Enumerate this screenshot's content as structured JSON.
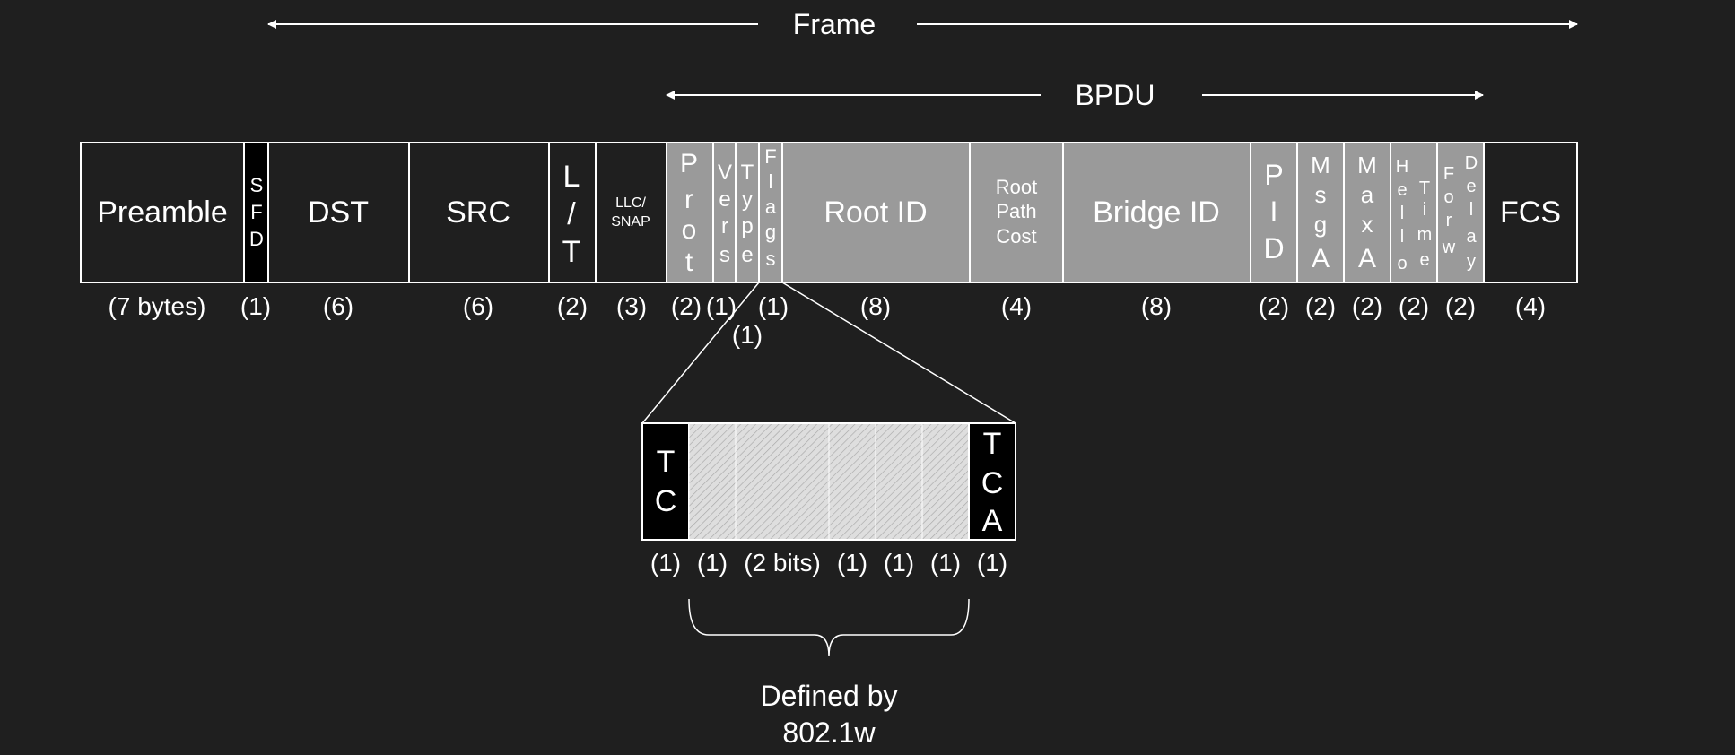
{
  "frame_label": "Frame",
  "bpdu_label": "BPDU",
  "fields": [
    {
      "label": "Preamble",
      "size": "(7 bytes)",
      "fill": "dark"
    },
    {
      "label": "SFD",
      "size": "(1)",
      "fill": "black"
    },
    {
      "label": "DST",
      "size": "(6)",
      "fill": "dark"
    },
    {
      "label": "SRC",
      "size": "(6)",
      "fill": "dark"
    },
    {
      "label": "L/T",
      "size": "(2)",
      "fill": "dark"
    },
    {
      "label": "LLC/SNAP",
      "size": "(3)",
      "fill": "dark"
    },
    {
      "label": "Prot",
      "size": "(2)",
      "fill": "gray"
    },
    {
      "label": "Vers",
      "size": "(1)",
      "fill": "gray"
    },
    {
      "label": "Type",
      "size": "(1)",
      "fill": "gray"
    },
    {
      "label": "Flags",
      "size": "(1)",
      "fill": "gray"
    },
    {
      "label": "Root ID",
      "size": "(8)",
      "fill": "gray"
    },
    {
      "label": "Root Path Cost",
      "size": "(4)",
      "fill": "gray"
    },
    {
      "label": "Bridge ID",
      "size": "(8)",
      "fill": "gray"
    },
    {
      "label": "PID",
      "size": "(2)",
      "fill": "gray"
    },
    {
      "label": "MsgA",
      "size": "(2)",
      "fill": "gray"
    },
    {
      "label": "MaxA",
      "size": "(2)",
      "fill": "gray"
    },
    {
      "label": "Hello Time",
      "size": "(2)",
      "fill": "gray"
    },
    {
      "label": "Forw Delay",
      "size": "(2)",
      "fill": "gray"
    },
    {
      "label": "FCS",
      "size": "(4)",
      "fill": "dark"
    }
  ],
  "flag_bits": [
    {
      "label": "TC",
      "size": "(1)",
      "fill": "black"
    },
    {
      "label": "",
      "size": "(1)",
      "fill": "hatch"
    },
    {
      "label": "",
      "size": "(2 bits)",
      "fill": "hatch"
    },
    {
      "label": "",
      "size": "(1)",
      "fill": "hatch"
    },
    {
      "label": "",
      "size": "(1)",
      "fill": "hatch"
    },
    {
      "label": "",
      "size": "(1)",
      "fill": "hatch"
    },
    {
      "label": "TCA",
      "size": "(1)",
      "fill": "black"
    }
  ],
  "brace_label": [
    "Defined by",
    "802.1w"
  ],
  "colors": {
    "background": "#1f1f1f",
    "dark": "#1f1f1f",
    "black": "#000000",
    "gray": "#9a9a9a",
    "line": "#ffffff"
  }
}
